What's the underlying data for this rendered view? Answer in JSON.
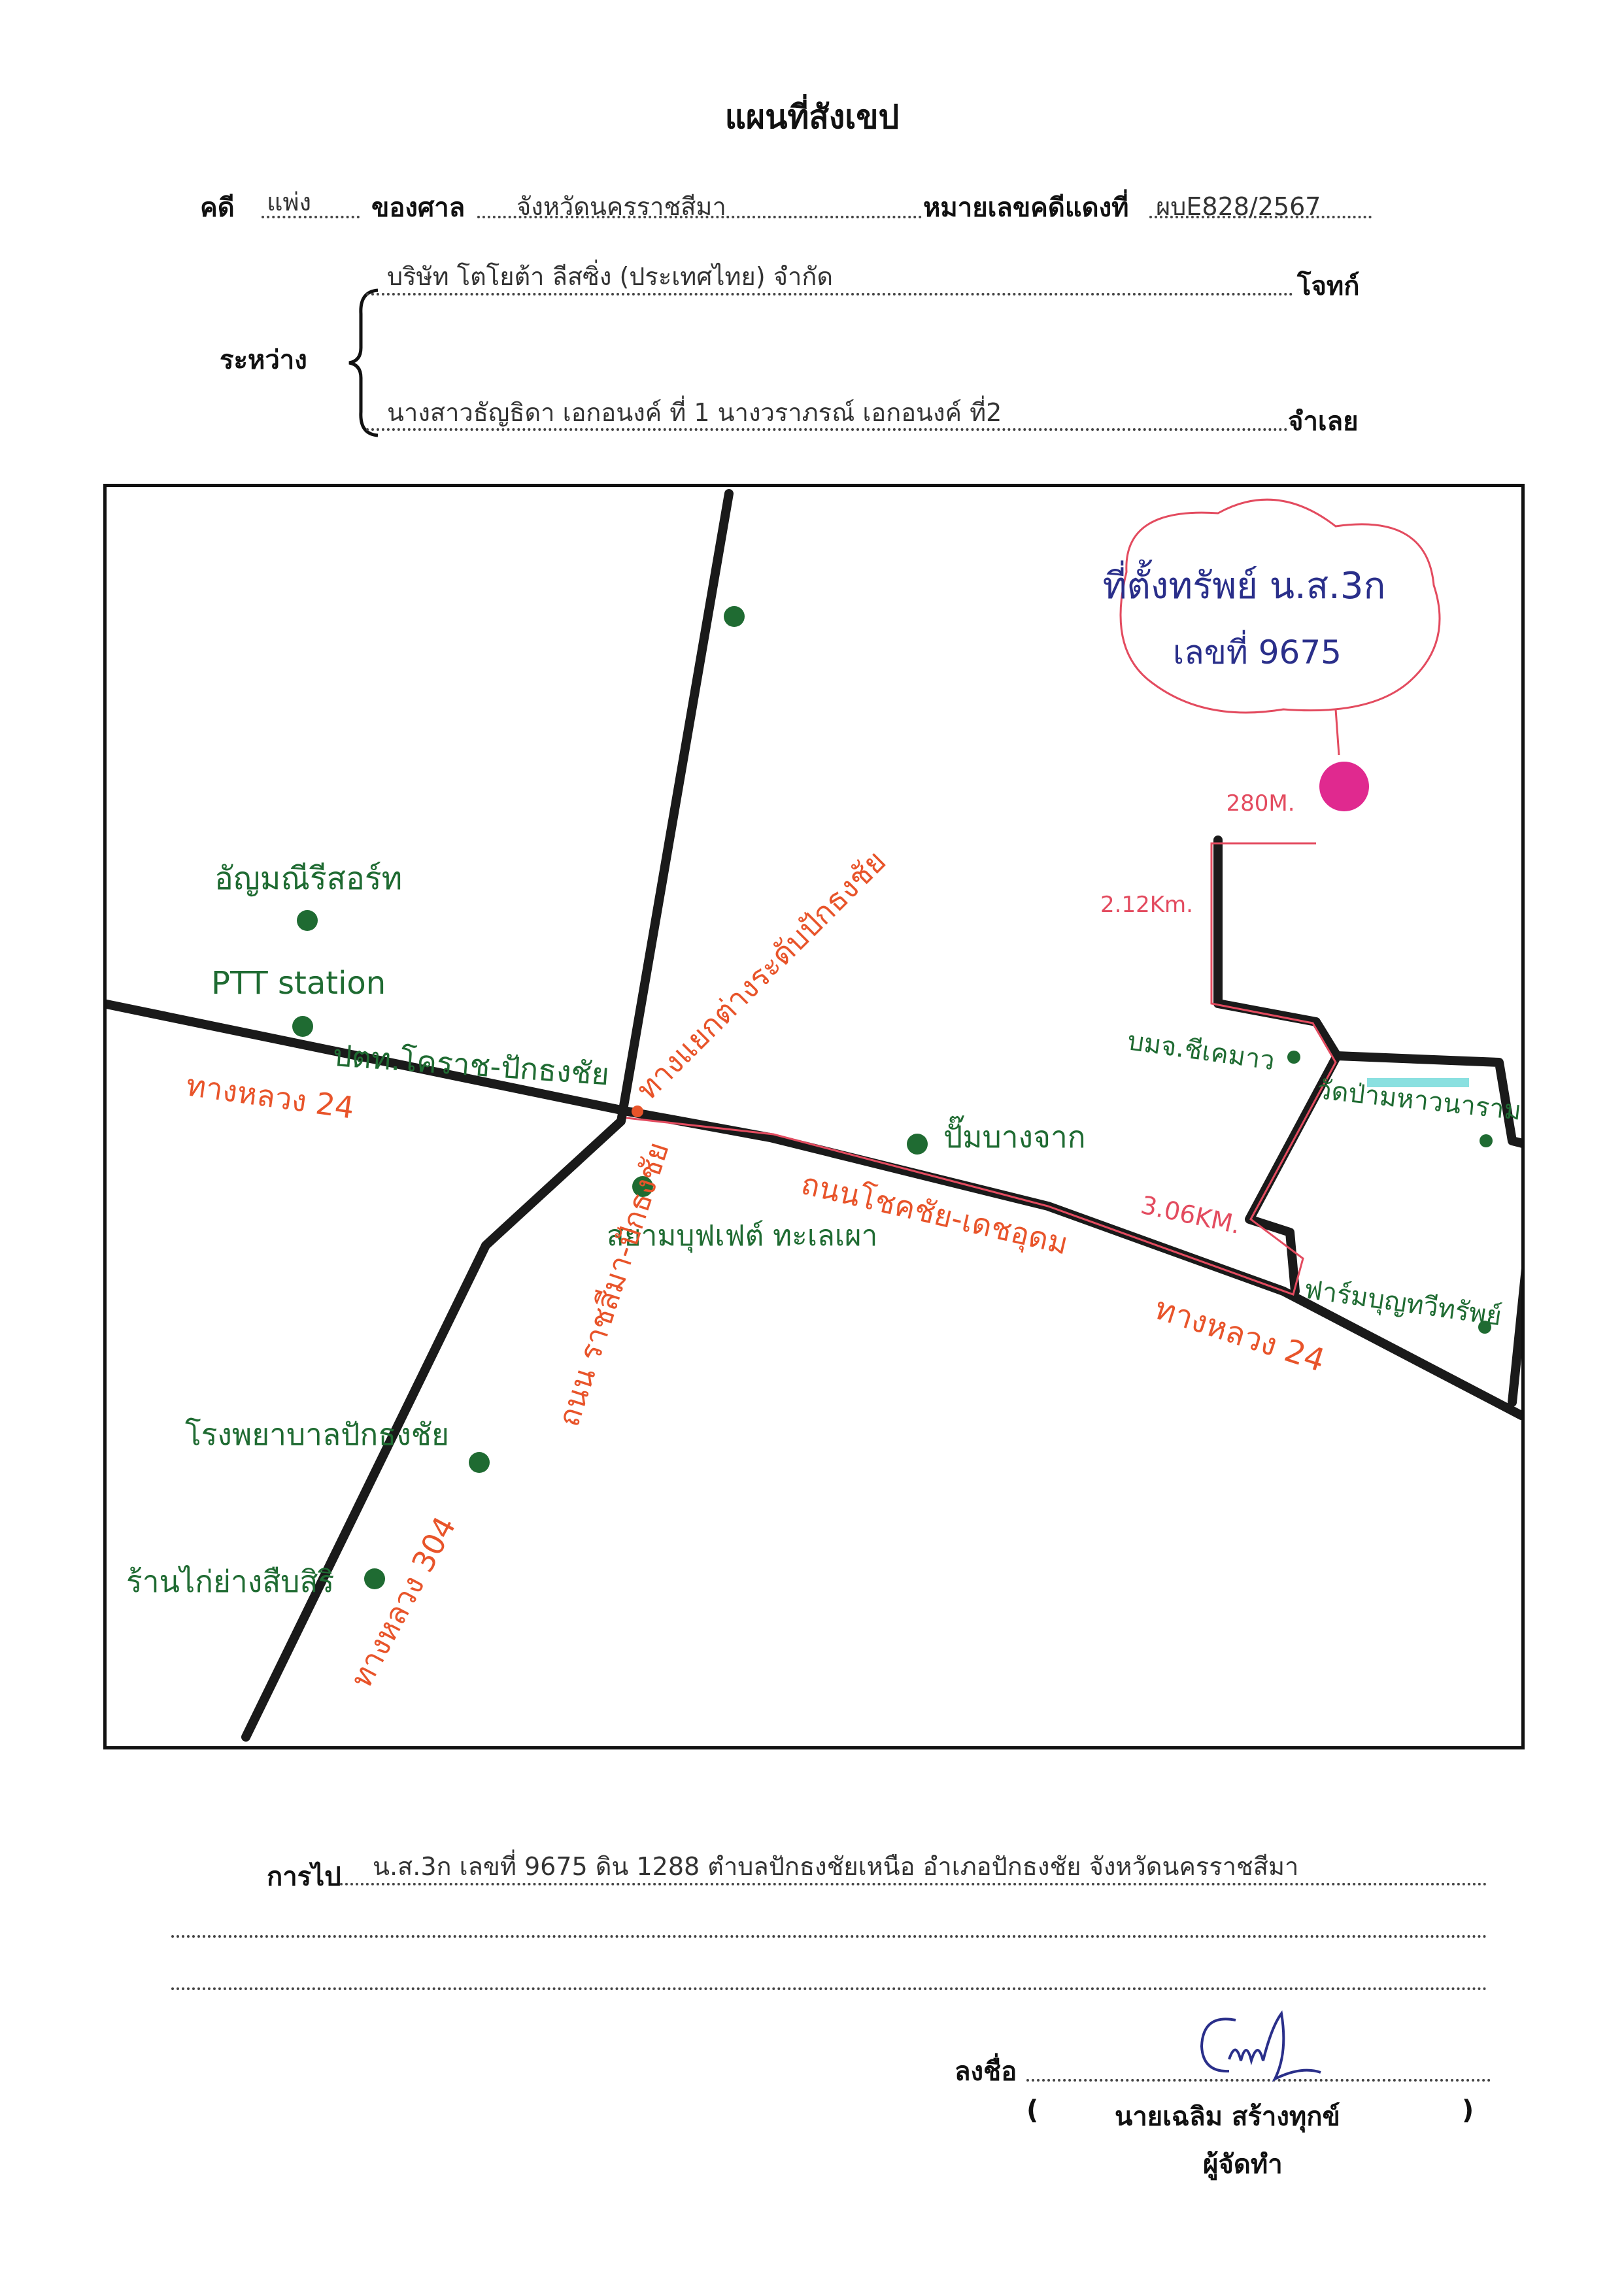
{
  "header": {
    "title": "แผนที่สังเขป",
    "case_label": "คดี",
    "case_type": "แพ่ง",
    "court_label": "ของศาล",
    "court_name": "จังหวัดนครราชสีมา",
    "red_case_label": "หมายเลขคดีแดงที่",
    "red_case_number": "ผบE828/2567",
    "between_label": "ระหว่าง",
    "plaintiff": "บริษัท โตโยต้า ลีสซิ่ง (ประเทศไทย) จำกัด",
    "plaintiff_role": "โจทก์",
    "defendant": "นางสาวธัญธิดา  เอกอนงค์ ที่ 1 นางวราภรณ์  เอกอนงค์ ที่2",
    "defendant_role": "จำเลย"
  },
  "map": {
    "callout_line1": "ที่ตั้งทรัพย์ น.ส.3ก",
    "callout_line2": "เลขที่ 9675",
    "dist_280": "280M.",
    "dist_212": "2.12Km.",
    "dist_306": "3.06KM.",
    "landmarks": {
      "anyamanee": "อัญมณีรีสอร์ท",
      "ptt_en": "PTT station",
      "ptt_th": "ปตท.โคราช-ปักธงชัย",
      "pumbangjak": "ปั๊มบางจาก",
      "siam_buffet": "สยามบุฟเฟต์ ทะเลเผา",
      "hospital": "โรงพยาบาลปักธงชัย",
      "kaiyang": "ร้านไก่ย่างสืบสิริ",
      "school": "บมจ.ชีเคมาว",
      "wat": "วัดป่ามหาวนาราม",
      "farm": "ฟาร์มบุญทวีทรัพย์"
    },
    "roads": {
      "hwy24_left": "ทางหลวง 24",
      "intersection": "ทางแยกต่างระดับปักธงชัย",
      "chokchai_road": "ถนนโชคชัย-เดชอุดม",
      "hwy24_right": "ทางหลวง 24",
      "ratchasima_road": "ถนน ราชสีมา-ปักธงชัย",
      "hwy304": "ทางหลวง 304"
    },
    "colors": {
      "road": "#1a1a1a",
      "landmark": "#1f6b32",
      "road_label": "#e8542a",
      "route": "#e34b5f",
      "callout_text": "#2a2f8a",
      "target": "#e0298f",
      "wat_highlight": "#29c7c7"
    }
  },
  "footer": {
    "directions_label": "การไป",
    "directions_text": "น.ส.3ก เลขที่ 9675 ดิน 1288 ตำบลปักธงชัยเหนือ อำเภอปักธงชัย จังหวัดนครราชสีมา",
    "sign_label": "ลงชื่อ",
    "paren_open": "(",
    "signer_name": "นายเฉลิม  สร้างทุกข์",
    "paren_close": ")",
    "signer_role": "ผู้จัดทำ"
  }
}
